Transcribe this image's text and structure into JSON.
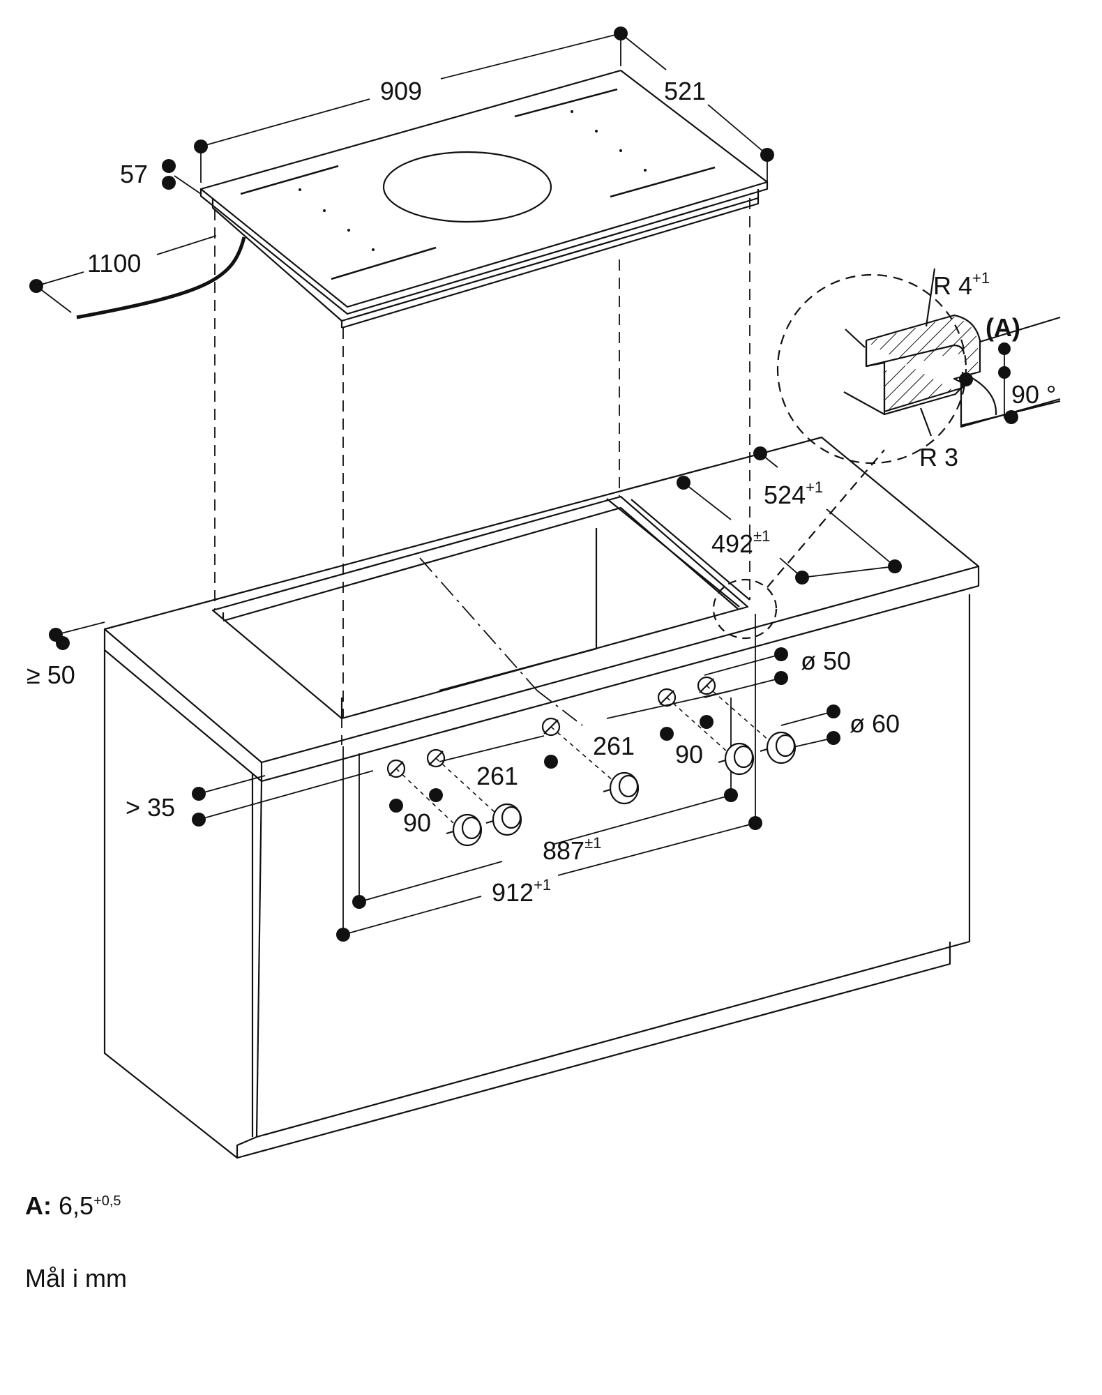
{
  "dimensions": {
    "width": "909",
    "depth": "521",
    "thickness": "57",
    "cable": "1100",
    "cutout_depth": "524",
    "cutout_depth_tol": "+1",
    "inner_depth": "492",
    "inner_depth_tol": "±1",
    "edge_distance": "≥ 50",
    "front_distance": "> 35",
    "knob_hole_small": "ø 50",
    "knob_hole_large": "ø 60",
    "knob_spacing_a": "90",
    "knob_spacing_b": "90",
    "knob_offset_a": "261",
    "knob_offset_b": "261",
    "inner_width": "887",
    "inner_width_tol": "±1",
    "cutout_width": "912",
    "cutout_width_tol": "+1"
  },
  "detail": {
    "radius_top": "R 4",
    "radius_top_tol": "+1",
    "radius_bottom": "R 3",
    "marker": "(A)",
    "angle": "90 °"
  },
  "footnote": {
    "label": "A:",
    "value": "6,5",
    "tolerance": "+0,5"
  },
  "units_note": "Mål i mm"
}
